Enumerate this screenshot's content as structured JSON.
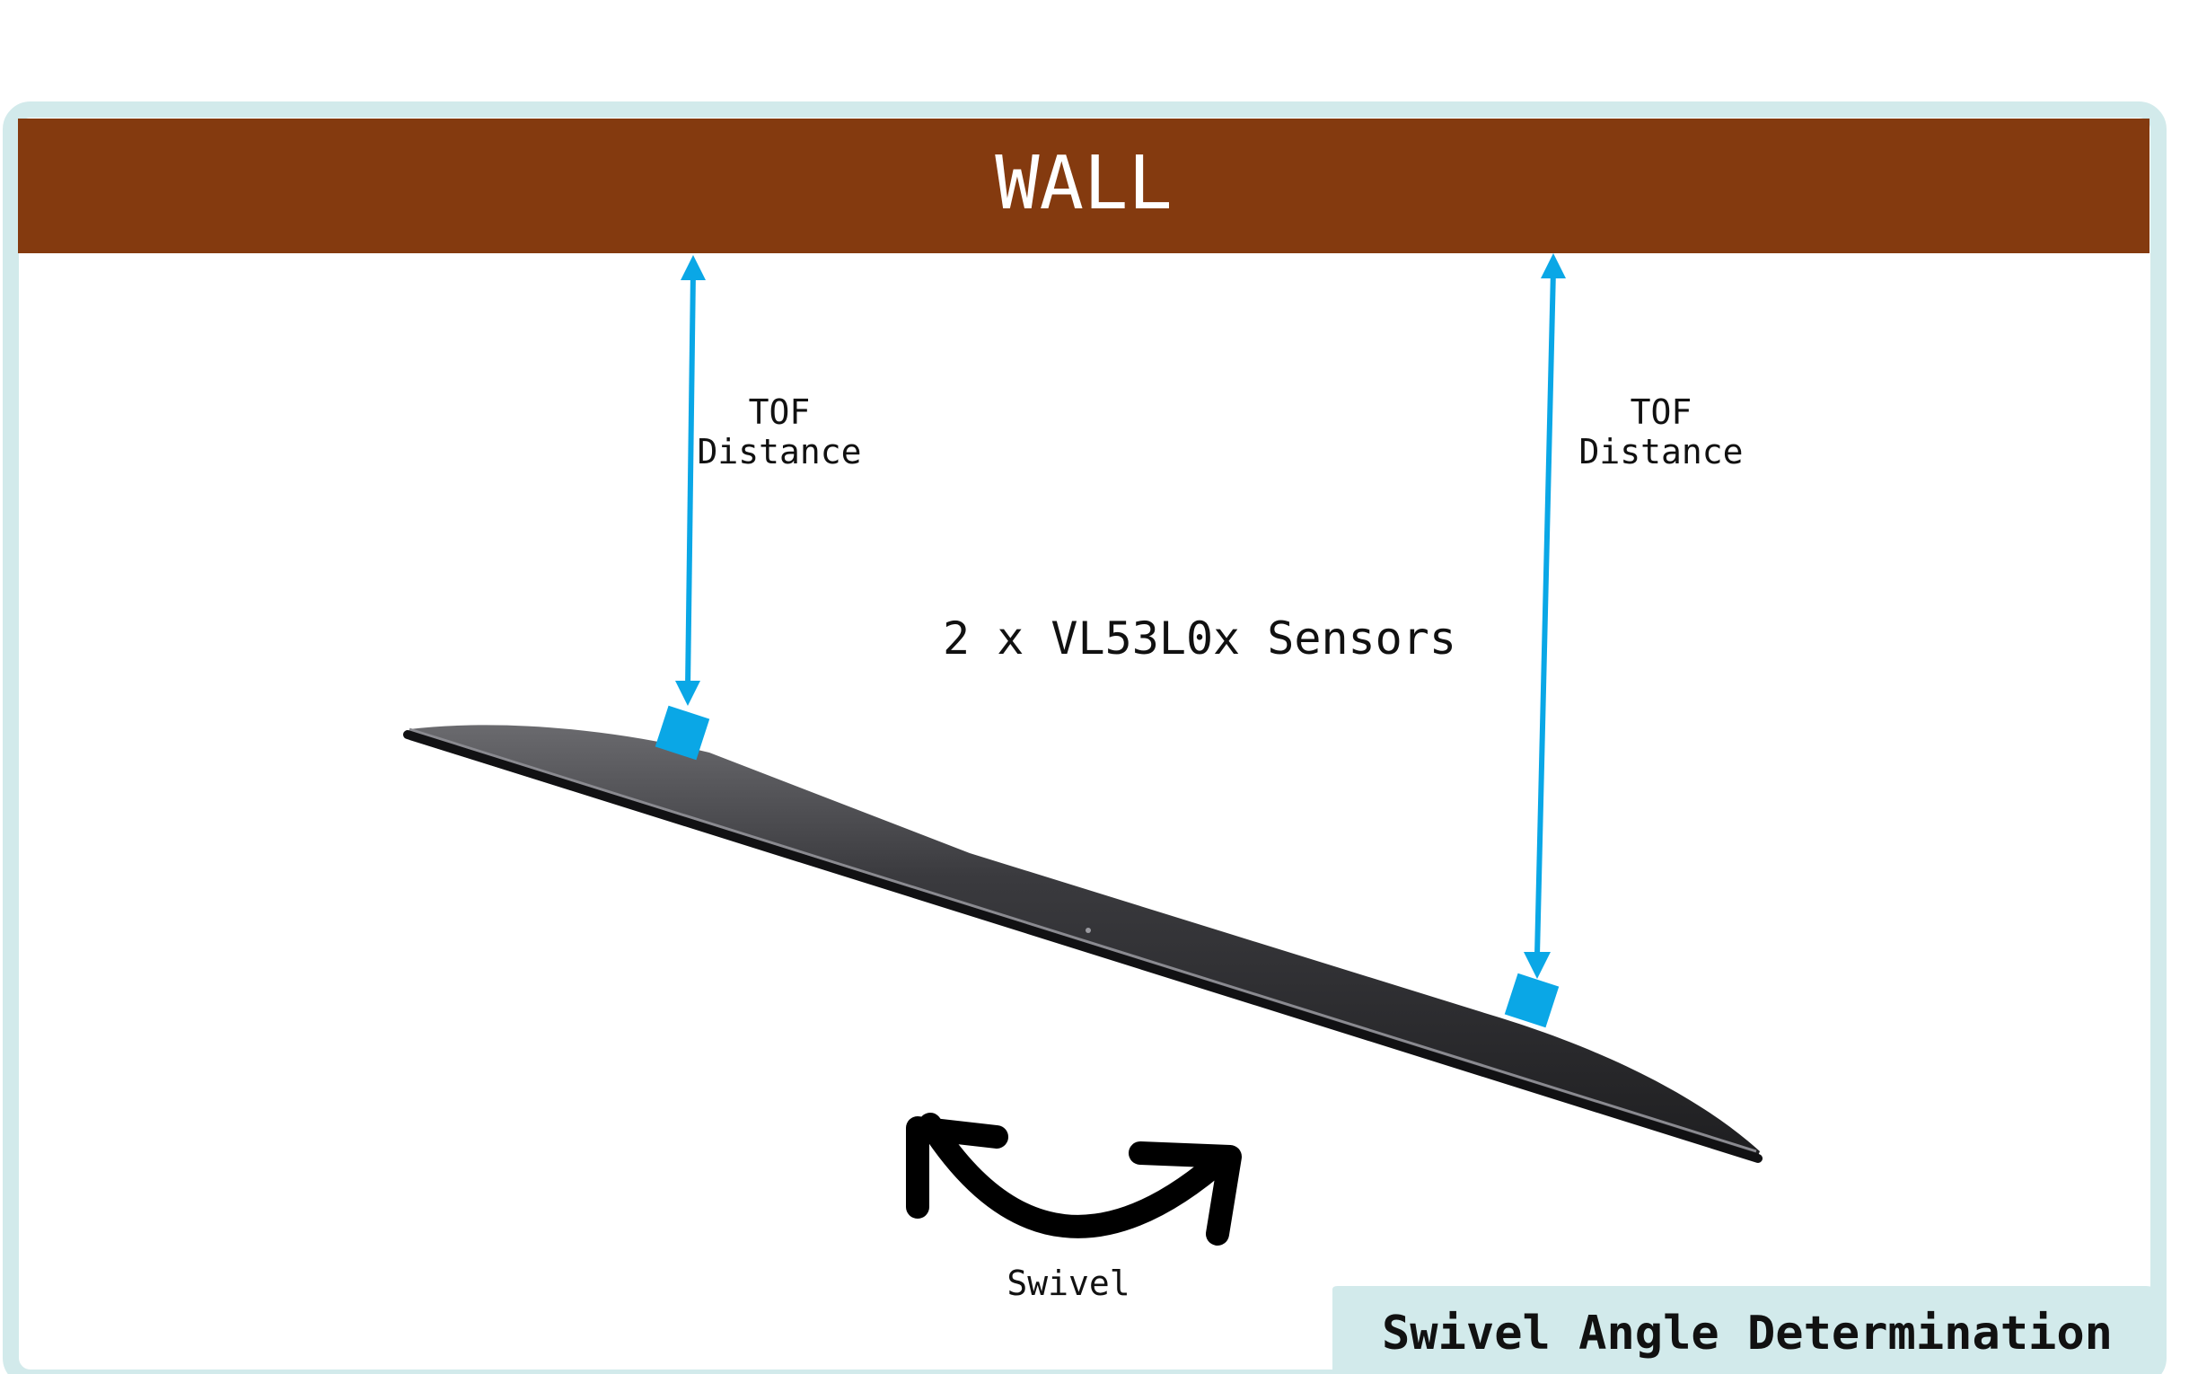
{
  "diagram": {
    "wall_label": "WALL",
    "left_measure_line1": "TOF",
    "left_measure_line2": "Distance",
    "right_measure_line1": "TOF",
    "right_measure_line2": "Distance",
    "sensor_caption": "2 x VL53L0x Sensors",
    "swivel_label": "Swivel",
    "title": "Swivel Angle Determination"
  },
  "colors": {
    "frame": "#d2eaeb",
    "wall": "#843a0f",
    "wall_text": "#ffffff",
    "sensor": "#0aa7e6",
    "arrow": "#0aa7e6",
    "tv": "#333336",
    "swivel_arrow": "#000000",
    "text": "#111111"
  },
  "icons": {
    "sensor": "square-sensor-icon",
    "swivel": "curved-double-arrow-icon",
    "tv": "tv-top-view-icon"
  }
}
